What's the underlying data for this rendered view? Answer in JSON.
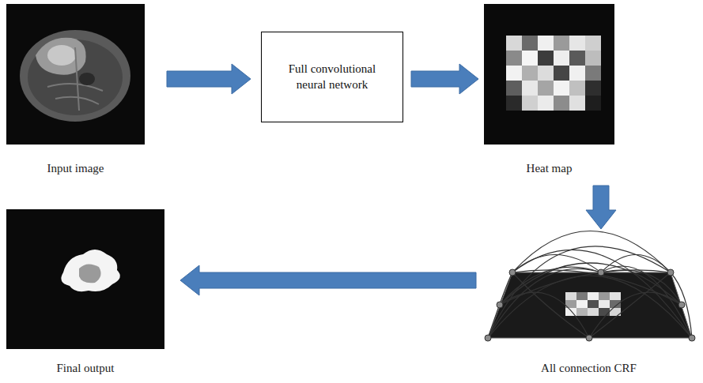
{
  "diagram": {
    "nodes": [
      {
        "text": [
          "Input image"
        ]
      },
      {
        "text": [
          "Full convolutional neural network"
        ]
      },
      {
        "text": [
          "Heat map"
        ]
      },
      {
        "text": [
          "All connection CRF"
        ]
      },
      {
        "text": [
          "Final output"
        ]
      }
    ],
    "edges": [
      {
        "from": 0,
        "to": 1,
        "arrow": "to"
      },
      {
        "from": 1,
        "to": 2,
        "arrow": "to"
      },
      {
        "from": 2,
        "to": 3,
        "arrow": "to"
      },
      {
        "from": 3,
        "to": 4,
        "arrow": "to"
      }
    ]
  }
}
